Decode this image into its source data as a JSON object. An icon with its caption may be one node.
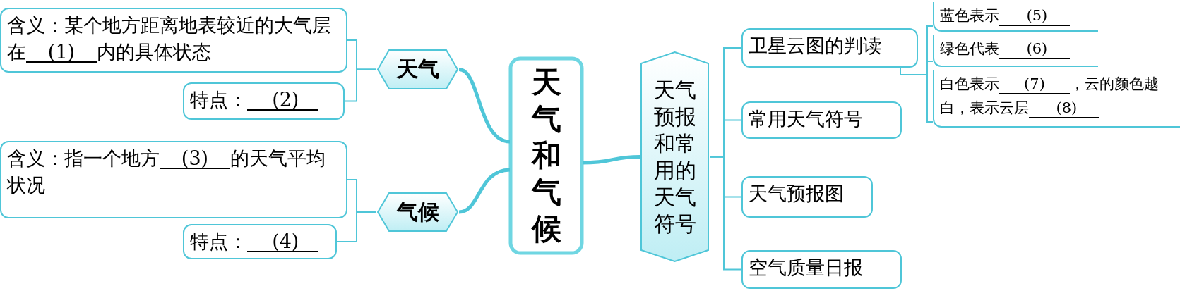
{
  "diagram": {
    "nodes": [
      {
        "text": [
          "天气和气候"
        ]
      },
      {
        "text": [
          "天气"
        ]
      },
      {
        "text": [
          "含义：某个地方距离地表较近的大气层在 (1) 内的具体状态"
        ]
      },
      {
        "text": [
          "特点： (2)"
        ]
      },
      {
        "text": [
          "气候"
        ]
      },
      {
        "text": [
          "含义：指一个地方 (3) 的天气平均状况"
        ]
      },
      {
        "text": [
          "特点： (4)"
        ]
      },
      {
        "text": [
          "天气预报和常用的天气符号"
        ]
      },
      {
        "text": [
          "卫星云图的判读"
        ]
      },
      {
        "text": [
          "常用天气符号"
        ]
      },
      {
        "text": [
          "天气预报图"
        ]
      },
      {
        "text": [
          "空气质量日报"
        ]
      },
      {
        "text": [
          "蓝色表示 (5)"
        ]
      },
      {
        "text": [
          "绿色代表 (6)"
        ]
      },
      {
        "text": [
          "白色表示 (7) ，云的颜色越白，表示云层 (8)"
        ]
      }
    ],
    "edges": [
      {
        "from": 0,
        "to": 1,
        "arrow": "none",
        "style": "thick"
      },
      {
        "from": 0,
        "to": 4,
        "arrow": "none",
        "style": "thick"
      },
      {
        "from": 0,
        "to": 7,
        "arrow": "none",
        "style": "thick"
      },
      {
        "from": 1,
        "to": 2,
        "arrow": "none"
      },
      {
        "from": 1,
        "to": 3,
        "arrow": "none"
      },
      {
        "from": 4,
        "to": 5,
        "arrow": "none"
      },
      {
        "from": 4,
        "to": 6,
        "arrow": "none"
      },
      {
        "from": 7,
        "to": 8,
        "arrow": "none"
      },
      {
        "from": 7,
        "to": 9,
        "arrow": "none"
      },
      {
        "from": 7,
        "to": 10,
        "arrow": "none"
      },
      {
        "from": 7,
        "to": 11,
        "arrow": "none"
      },
      {
        "from": 8,
        "to": 12,
        "arrow": "none"
      },
      {
        "from": 8,
        "to": 13,
        "arrow": "none"
      },
      {
        "from": 8,
        "to": 14,
        "arrow": "none"
      }
    ]
  }
}
